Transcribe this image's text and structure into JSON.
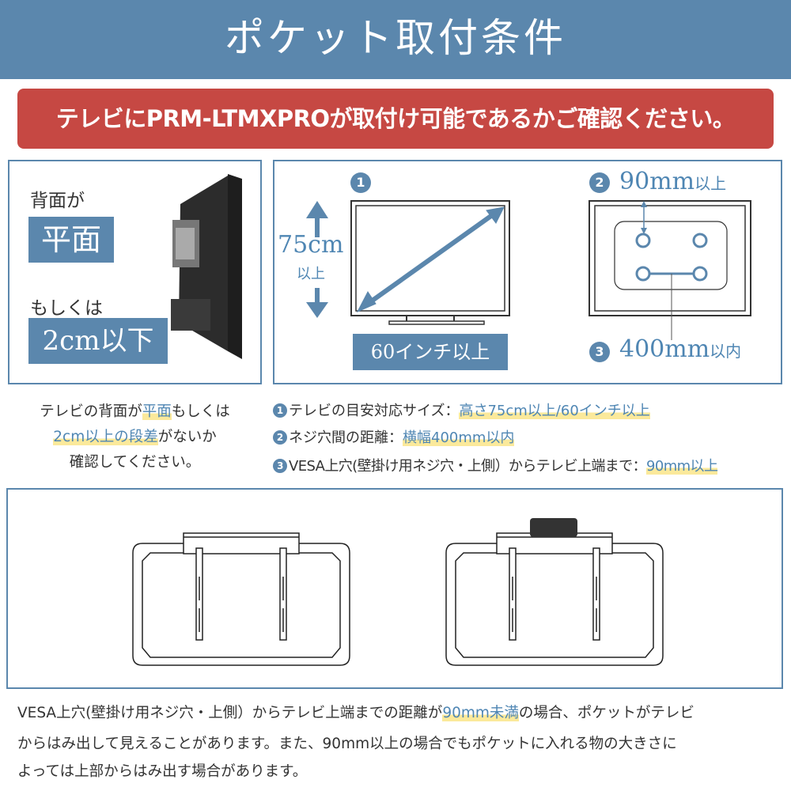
{
  "header": {
    "title": "ポケット取付条件"
  },
  "banner": {
    "text": "テレビにPRM-LTMXPROが取付け可能であるかご確認ください。"
  },
  "left_panel": {
    "line1": "背面が",
    "box1": "平面",
    "line2": "もしくは",
    "box2": "2cm以下"
  },
  "diagram": {
    "num1": "1",
    "height_value": "75cm",
    "height_suffix": "以上",
    "size_label": "60インチ以上",
    "num2": "2",
    "top_value": "90mm",
    "top_suffix": "以上",
    "num3": "3",
    "width_value": "400mm",
    "width_suffix": "以内"
  },
  "left_note": {
    "l1a": "テレビの背面が",
    "l1b": "平面",
    "l1c": "もしくは",
    "l2a": "2cm以上の段差",
    "l2b": "がないか",
    "l3": "確認してください。"
  },
  "conditions": [
    {
      "num": "1",
      "label": "テレビの目安対応サイズ：",
      "value": "高さ75cm以上/60インチ以上"
    },
    {
      "num": "2",
      "label": "ネジ穴間の距離：",
      "value": "横幅400mm以内"
    },
    {
      "num": "3",
      "label": "VESA上穴(壁掛け用ネジ穴・上側）からテレビ上端まで：",
      "value": "90mm以上"
    }
  ],
  "footer": {
    "l1a": "VESA上穴(壁掛け用ネジ穴・上側）からテレビ上端までの距離が",
    "l1b": "90mm未満",
    "l1c": "の場合、ポケットがテレビ",
    "l2": "からはみ出して見えることがあります。また、90mm以上の場合でもポケットに入れる物の大きさに",
    "l3": "よっては上部からはみ出す場合があります。"
  },
  "colors": {
    "brand_blue": "#5b87ad",
    "banner_red": "#c64843",
    "highlight": "#fbe99b"
  }
}
